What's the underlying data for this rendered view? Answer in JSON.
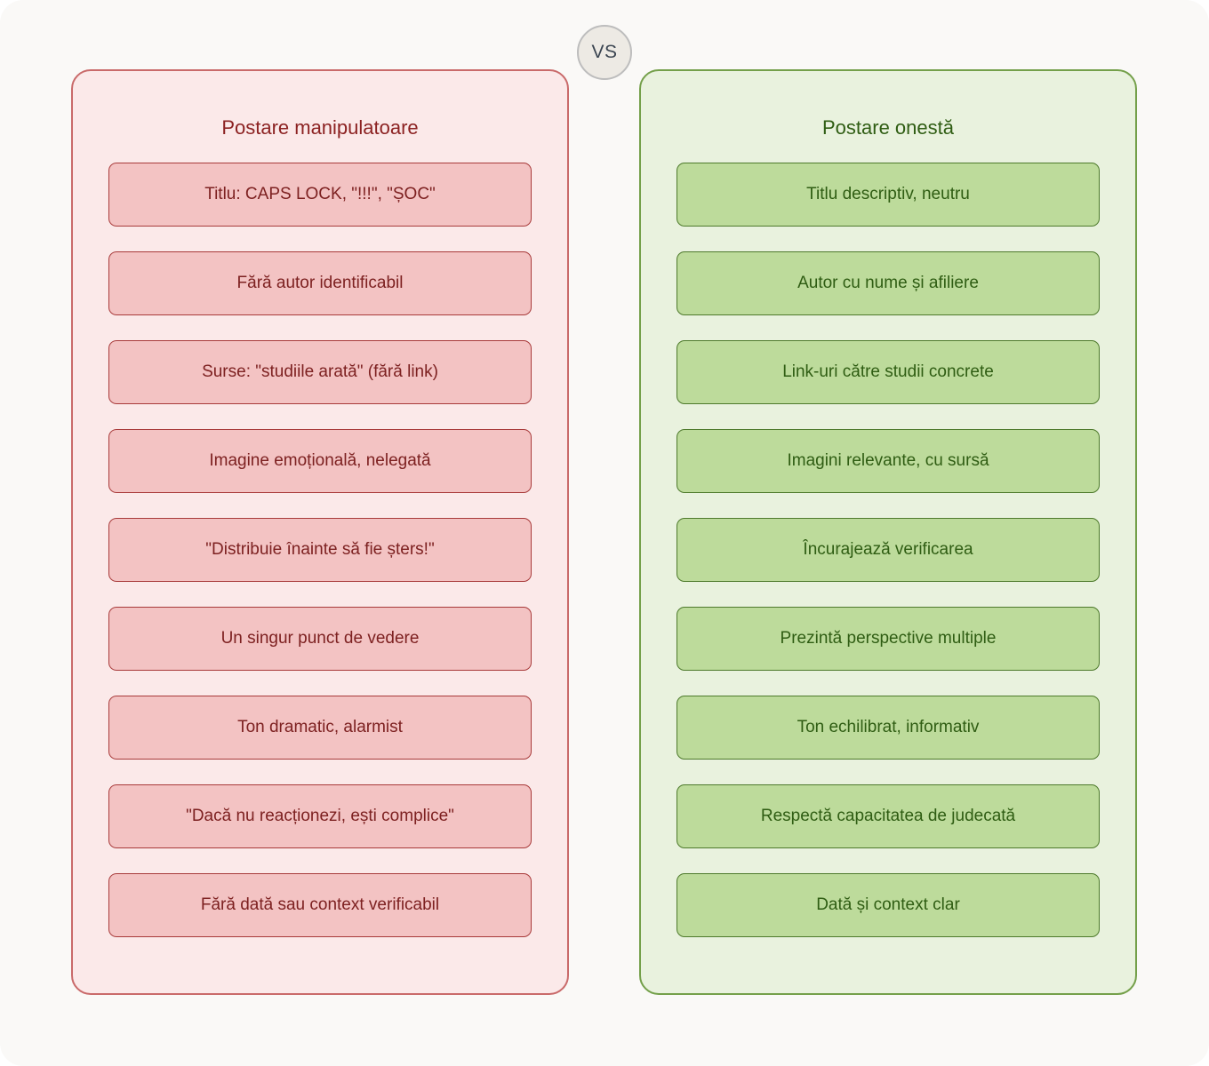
{
  "badge": {
    "label": "VS",
    "icon": "versus-badge-icon",
    "fill": "#edeae4",
    "border": "#bdbdbd",
    "text_color": "#3b4551"
  },
  "canvas": {
    "background": "#faf9f7"
  },
  "panels": [
    {
      "id": "manipulative-post",
      "title": "Postare manipulatoare",
      "background": "#fbe9e9",
      "border_color": "#c96a6a",
      "title_color": "#8c2222",
      "card_fill": "#f3c3c3",
      "card_border": "#a83a3a",
      "card_text_color": "#7d2121",
      "items": [
        "Titlu: CAPS LOCK, \"!!!\", \"ȘOC\"",
        "Fără autor identificabil",
        "Surse: \"studiile arată\" (fără link)",
        "Imagine emoțională, nelegată",
        "\"Distribuie înainte să fie șters!\"",
        "Un singur punct de vedere",
        "Ton dramatic, alarmist",
        "\"Dacă nu reacționezi, ești complice\"",
        "Fără dată sau context verificabil"
      ]
    },
    {
      "id": "honest-post",
      "title": "Postare onestă",
      "background": "#e9f2de",
      "border_color": "#74a04a",
      "title_color": "#2f5d13",
      "card_fill": "#bddb9b",
      "card_border": "#4e7a2c",
      "card_text_color": "#2f5d13",
      "items": [
        "Titlu descriptiv, neutru",
        "Autor cu nume și afiliere",
        "Link-uri către studii concrete",
        "Imagini relevante, cu sursă",
        "Încurajează verificarea",
        "Prezintă perspective multiple",
        "Ton echilibrat, informativ",
        "Respectă capacitatea de judecată",
        "Dată și context clar"
      ]
    }
  ]
}
